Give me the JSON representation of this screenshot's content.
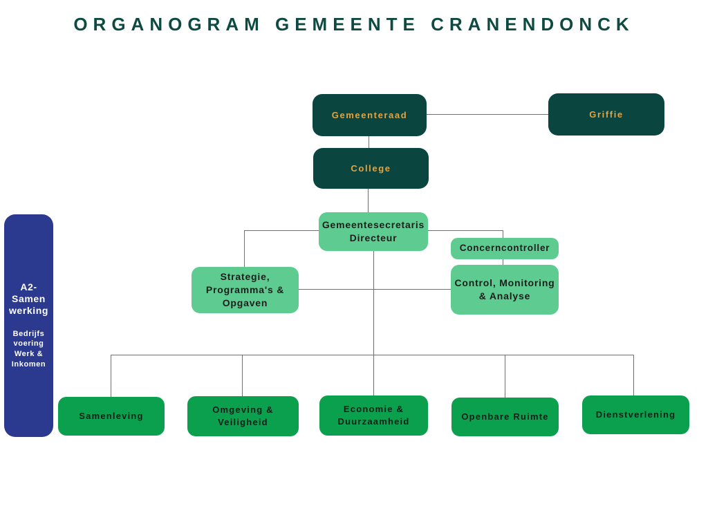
{
  "title": "ORGANOGRAM GEMEENTE CRANENDONCK",
  "palette": {
    "dark_teal": "#0a463f",
    "gold": "#e8a23c",
    "light_green": "#5ecc90",
    "medium_green": "#0ba04e",
    "blue": "#2b3a8f",
    "line_gray": "#6f6f6f",
    "title_color": "#0e4a42"
  },
  "nodes": {
    "gemeenteraad": "Gemeenteraad",
    "griffie": "Griffie",
    "college": "College",
    "gemeentesecretaris": "Gemeentesecretaris\nDirecteur",
    "concerncontroller": "Concerncontroller",
    "control_monitoring": "Control, Monitoring\n& Analyse",
    "strategie": "Strategie,\nProgramma's &\nOpgaven"
  },
  "sidebar": {
    "title": "A2-\nSamen\nwerking",
    "subtitle": "Bedrijfs\nvoering\nWerk &\nInkomen"
  },
  "departments": [
    {
      "label": "Samenleving"
    },
    {
      "label": "Omgeving &\nVeiligheid"
    },
    {
      "label": "Economie &\nDuurzaamheid"
    },
    {
      "label": "Openbare Ruimte"
    },
    {
      "label": "Dienstverlening"
    }
  ]
}
